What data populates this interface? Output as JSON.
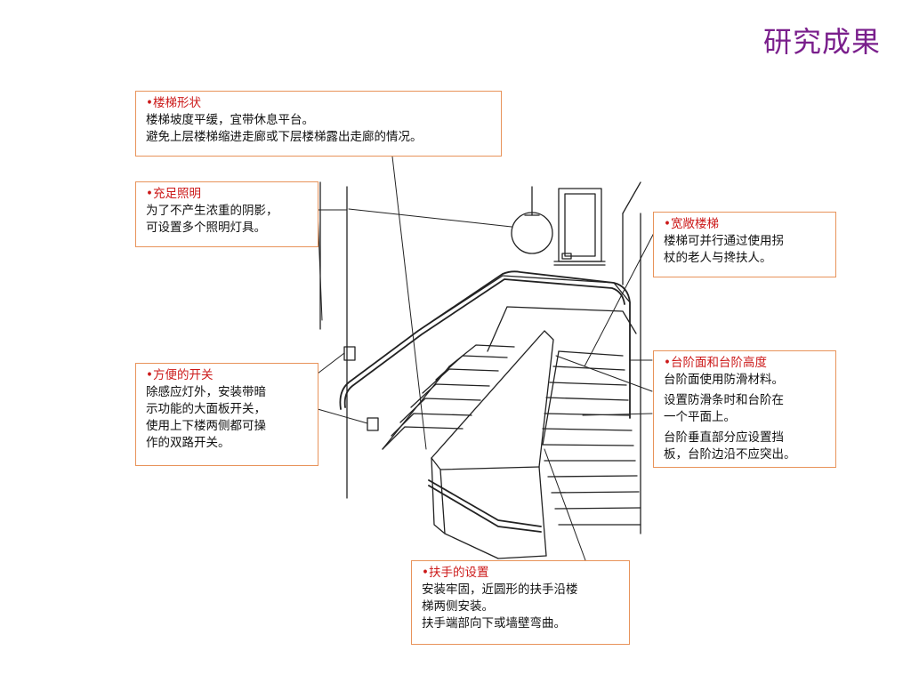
{
  "title": "研究成果",
  "callouts": [
    {
      "heading": "楼梯形状",
      "lines": [
        "楼梯坡度平缓，宜带休息平台。",
        "避免上层楼梯缩进走廊或下层楼梯露出走廊的情况。"
      ]
    },
    {
      "heading": "充足照明",
      "lines": [
        "为了不产生浓重的阴影，",
        "可设置多个照明灯具。"
      ]
    },
    {
      "heading": "宽敞楼梯",
      "lines": [
        "楼梯可并行通过使用拐",
        "杖的老人与搀扶人。"
      ]
    },
    {
      "heading": "方便的开关",
      "lines": [
        "除感应灯外，安装带暗",
        "示功能的大面板开关，",
        "使用上下楼两侧都可操",
        "作的双路开关。"
      ]
    },
    {
      "heading": "台阶面和台阶高度",
      "lines": [
        "台阶面使用防滑材料。",
        "设置防滑条时和台阶在",
        "一个平面上。",
        "台阶垂直部分应设置挡",
        "板，台阶边沿不应突出。"
      ]
    },
    {
      "heading": "扶手的设置",
      "lines": [
        "安装牢固，近圆形的扶手沿楼",
        "梯两侧安装。",
        "扶手端部向下或墙壁弯曲。"
      ]
    }
  ],
  "colors": {
    "title": "#7a1f8c",
    "heading": "#cc1a1a",
    "box_border": "#e8935a",
    "line": "#222222"
  }
}
